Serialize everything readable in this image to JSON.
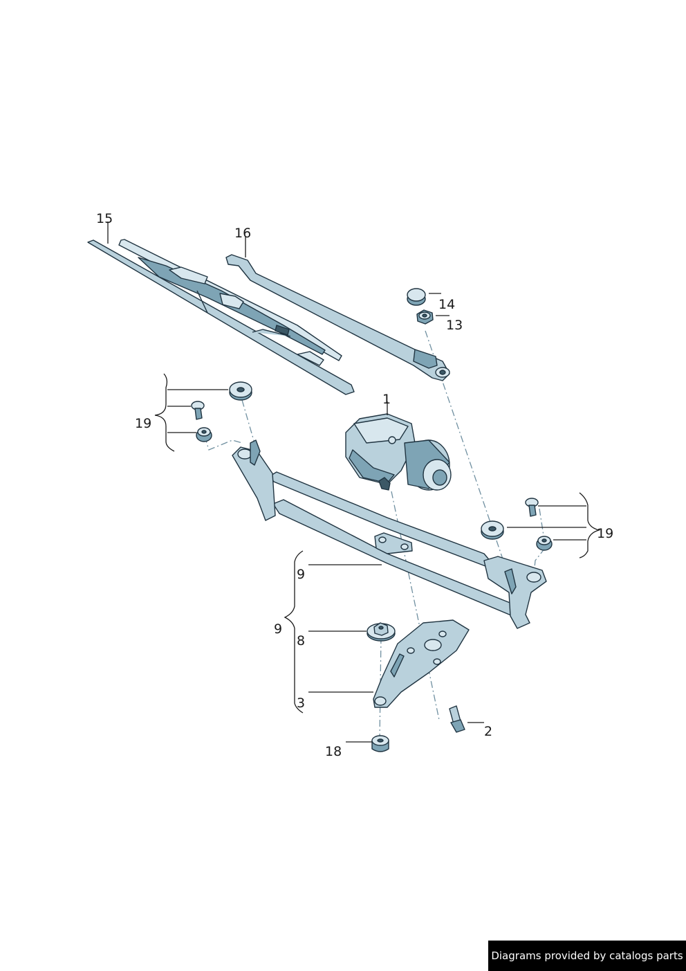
{
  "callouts": {
    "c1": "1",
    "c2": "2",
    "c3": "3",
    "c8": "8",
    "c9a": "9",
    "c9b": "9",
    "c13": "13",
    "c14": "14",
    "c15": "15",
    "c16": "16",
    "c18": "18",
    "c19a": "19",
    "c19b": "19"
  },
  "footer": {
    "text": "Diagrams provided by catalogs parts"
  }
}
